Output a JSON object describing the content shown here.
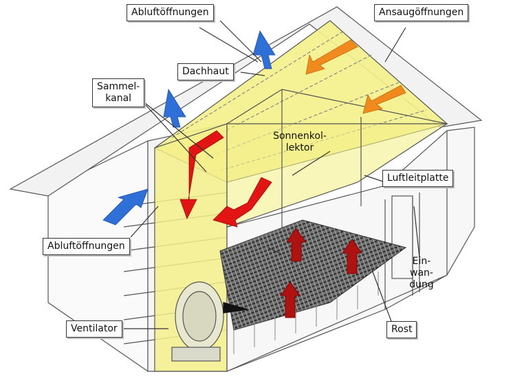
{
  "labels": {
    "abluft_top": "Abluftöffnungen",
    "ansaug": "Ansaugöffnungen",
    "dachhaut": "Dachhaut",
    "sammelkanal_1": "Sammel-",
    "sammelkanal_2": "kanal",
    "sonnenkollektor_1": "Sonnenkol-",
    "sonnenkollektor_2": "lektor",
    "luftleitplatte": "Luftleitplatte",
    "abluft_left": "Abluftöffnungen",
    "einwandung_1": "Ein-",
    "einwandung_2": "wan-",
    "einwandung_3": "dung",
    "ventilator": "Ventilator",
    "rost": "Rost"
  },
  "colors": {
    "collector": "#f4f08a",
    "exhaust": "#2f6fd8",
    "intake": "#f08a1e",
    "internal": "#e21414",
    "outline": "#555555"
  }
}
